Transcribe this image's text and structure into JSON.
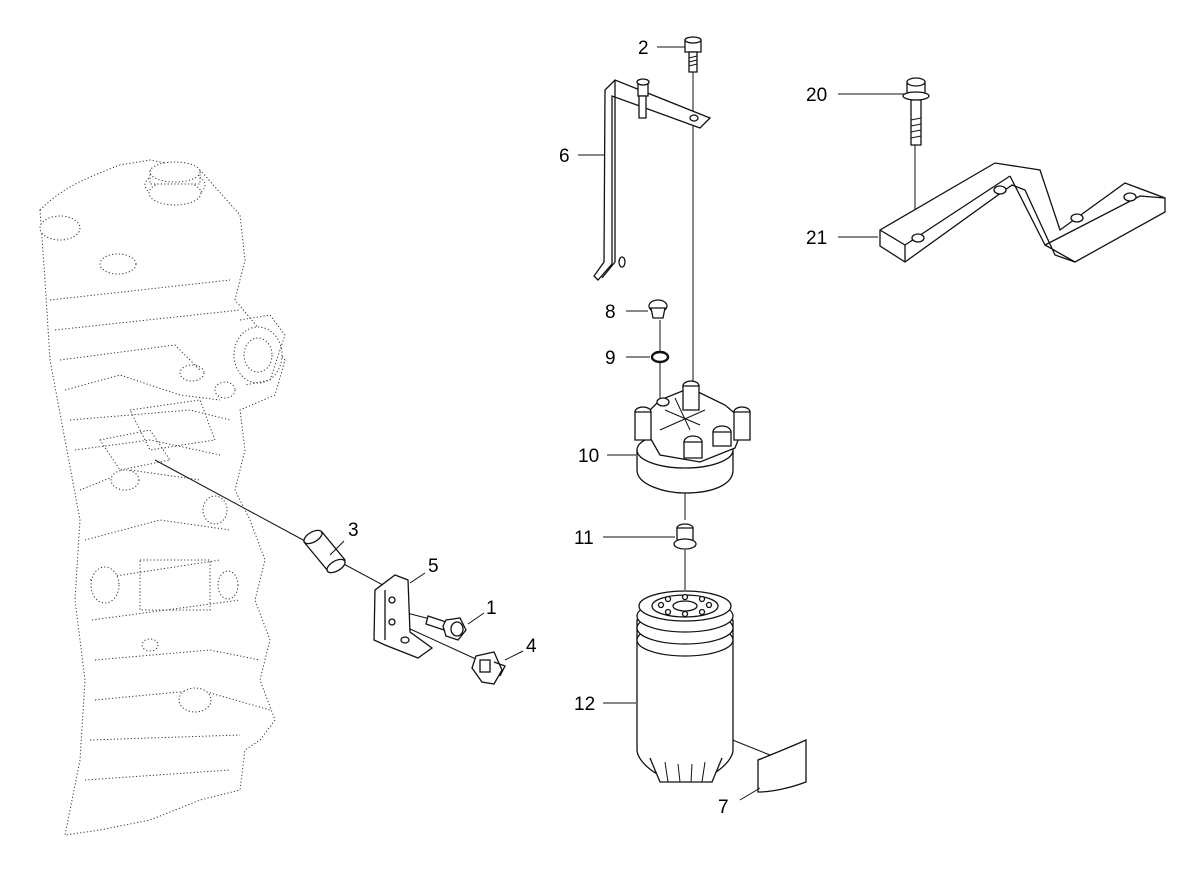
{
  "callouts": {
    "c1": "1",
    "c2": "2",
    "c3": "3",
    "c4": "4",
    "c5": "5",
    "c6": "6",
    "c7": "7",
    "c8": "8",
    "c9": "9",
    "c10": "10",
    "c11": "11",
    "c12": "12",
    "c20": "20",
    "c21": "21"
  }
}
